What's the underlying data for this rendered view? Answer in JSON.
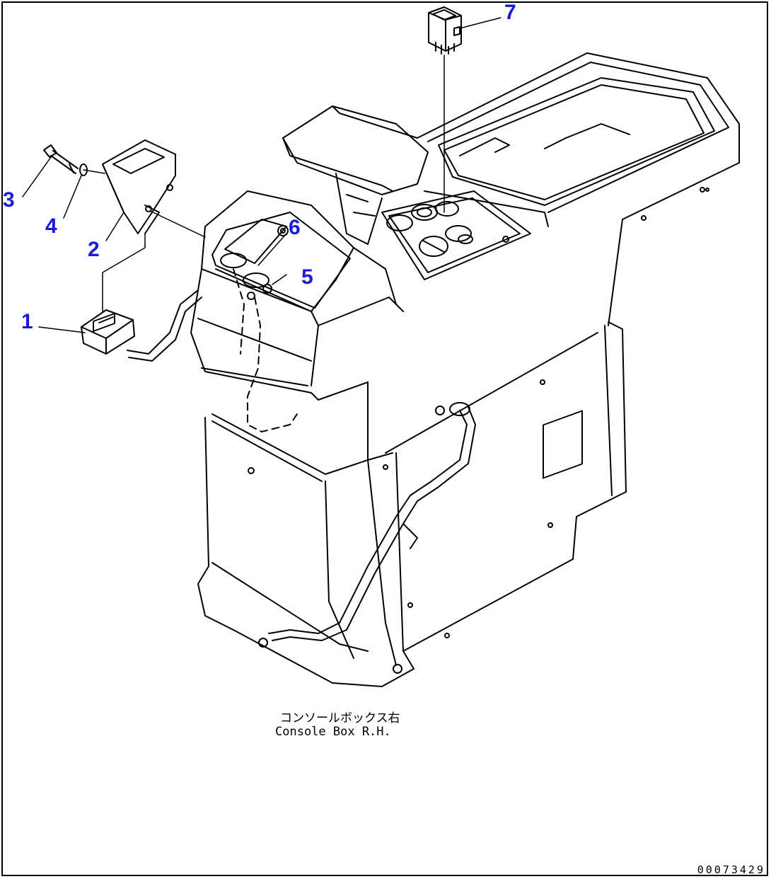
{
  "accent_color": "#1a1adb",
  "callouts": [
    {
      "number": "1"
    },
    {
      "number": "2"
    },
    {
      "number": "3"
    },
    {
      "number": "4"
    },
    {
      "number": "5"
    },
    {
      "number": "6"
    },
    {
      "number": "7"
    }
  ],
  "caption": {
    "japanese": "コンソールボックス右",
    "english": "Console Box R.H."
  },
  "drawing_number": "00073429"
}
